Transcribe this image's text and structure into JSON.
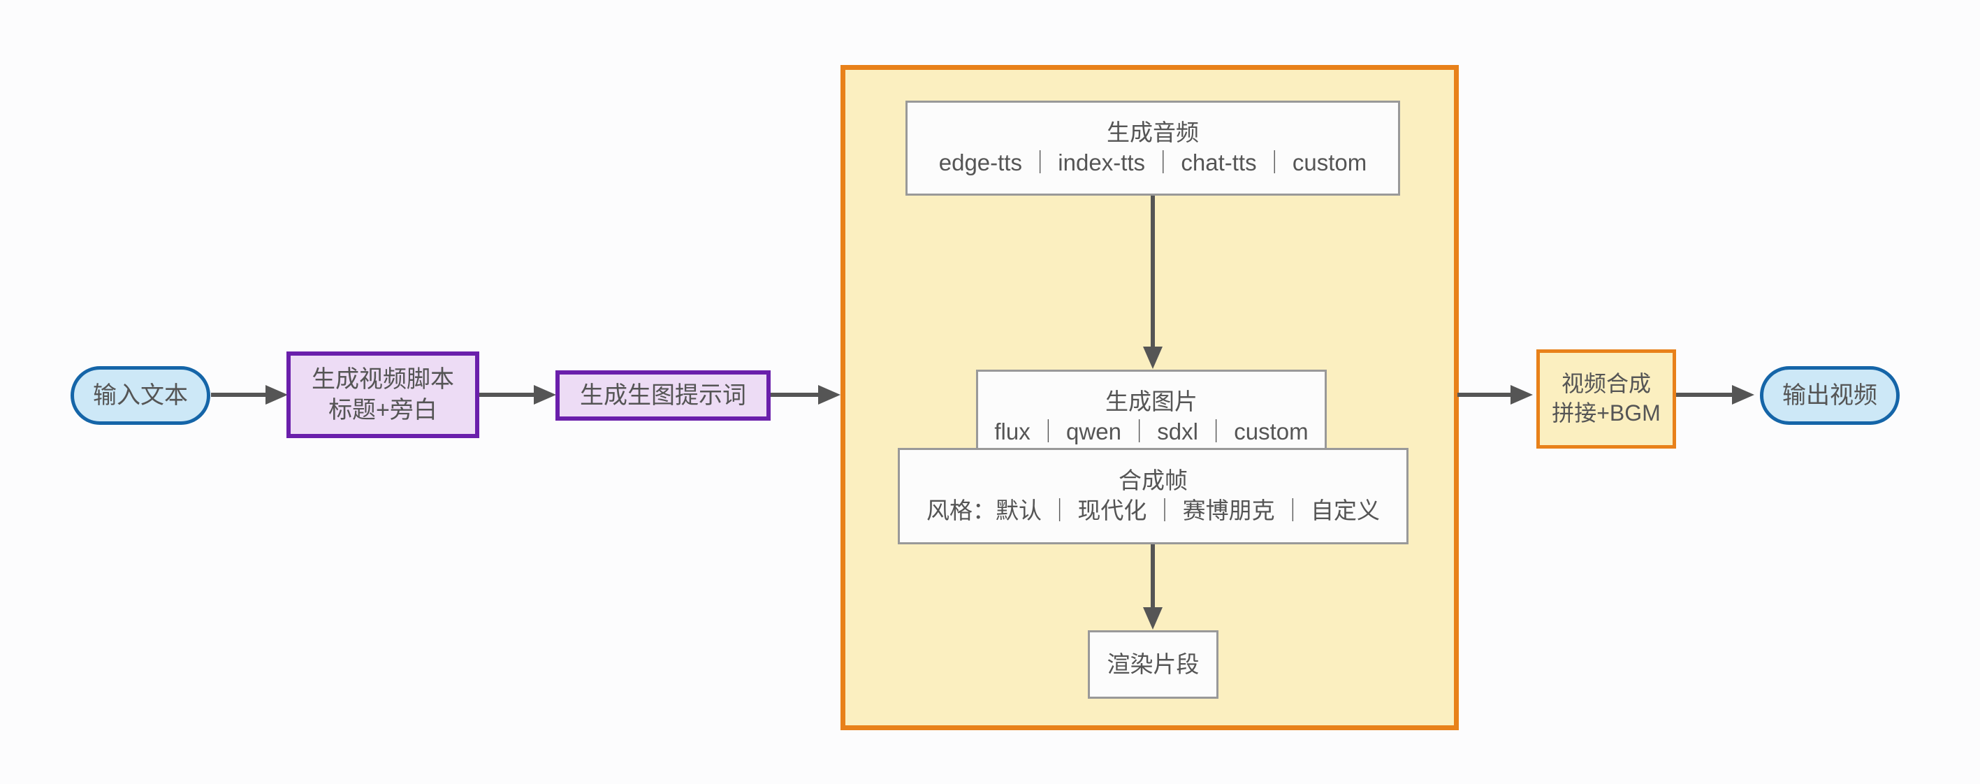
{
  "diagram": {
    "type": "flowchart",
    "orientation": "left-to-right",
    "background": "#fcfcfd",
    "palette": {
      "stadium_fill": "#cde8f7",
      "stadium_stroke": "#1565a8",
      "purple_fill": "#eddcf5",
      "purple_stroke": "#6a1fab",
      "orange_fill": "#fbefc0",
      "orange_stroke": "#e8811a",
      "plain_fill": "#fcfcfc",
      "plain_stroke": "#999999",
      "edge_color": "#555555",
      "text_color": "#555555"
    },
    "nodes": {
      "input_text": {
        "label": "输入文本",
        "shape": "stadium"
      },
      "script_gen": {
        "line1": "生成视频脚本",
        "line2": "标题+旁白",
        "shape": "rect-purple"
      },
      "prompt_gen": {
        "label": "生成生图提示词",
        "shape": "rect-purple"
      },
      "audio_gen": {
        "line1": "生成音频",
        "line2": "edge-tts ｜ index-tts ｜ chat-tts ｜ custom",
        "shape": "rect-plain"
      },
      "image_gen": {
        "line1": "生成图片",
        "line2": "flux ｜ qwen ｜ sdxl ｜ custom",
        "shape": "rect-plain"
      },
      "compose_frame": {
        "line1": "合成帧",
        "line2": "风格：默认 ｜ 现代化 ｜ 赛博朋克 ｜ 自定义",
        "shape": "rect-plain"
      },
      "render_clip": {
        "label": "渲染片段",
        "shape": "rect-plain"
      },
      "video_merge": {
        "line1": "视频合成",
        "line2": "拼接+BGM",
        "shape": "rect-orange"
      },
      "output_video": {
        "label": "输出视频",
        "shape": "stadium"
      }
    },
    "subgraph": {
      "label": "",
      "fill": "#fbefc0",
      "stroke": "#e8811a"
    },
    "edges": [
      {
        "from": "input_text",
        "to": "script_gen",
        "label": ""
      },
      {
        "from": "script_gen",
        "to": "prompt_gen",
        "label": ""
      },
      {
        "from": "prompt_gen",
        "to": "subgraph",
        "label": ""
      },
      {
        "from": "audio_gen",
        "to": "image_gen",
        "label": ""
      },
      {
        "from": "image_gen",
        "to": "compose_frame",
        "label": ""
      },
      {
        "from": "compose_frame",
        "to": "render_clip",
        "label": ""
      },
      {
        "from": "subgraph",
        "to": "video_merge",
        "label": ""
      },
      {
        "from": "video_merge",
        "to": "output_video",
        "label": ""
      }
    ]
  }
}
